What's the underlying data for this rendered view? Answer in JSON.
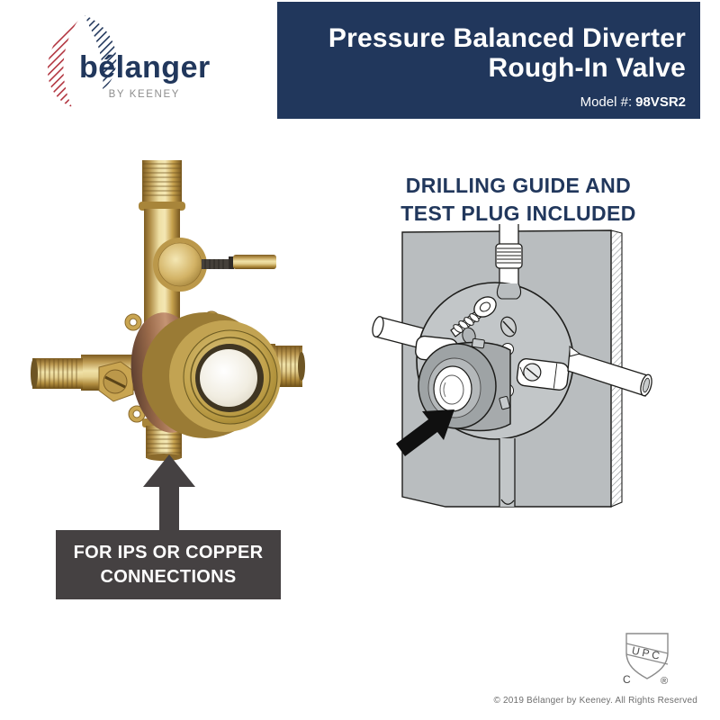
{
  "brand": {
    "name": "bélanger",
    "byline": "BY KEENEY"
  },
  "header": {
    "title_line1": "Pressure Balanced Diverter",
    "title_line2": "Rough-In Valve",
    "model_label": "Model #:",
    "model_value": "98VSR2"
  },
  "left_panel": {
    "caption_line1": "FOR IPS OR COPPER",
    "caption_line2": "CONNECTIONS"
  },
  "right_panel": {
    "heading_line1": "DRILLING GUIDE AND",
    "heading_line2": "TEST PLUG INCLUDED"
  },
  "certification": {
    "band_text": "UPC",
    "left_text": "C",
    "right_text": "®"
  },
  "footer": {
    "copyright": "© 2019 Bélanger by Keeney. All Rights Reserved"
  },
  "colors": {
    "navy": "#21375c",
    "brand_red": "#b1333e",
    "dark_gray": "#454142",
    "panel_gray": "#b9bdbf",
    "line_black": "#1d1d1b",
    "muted_gray": "#8e8e8e"
  }
}
